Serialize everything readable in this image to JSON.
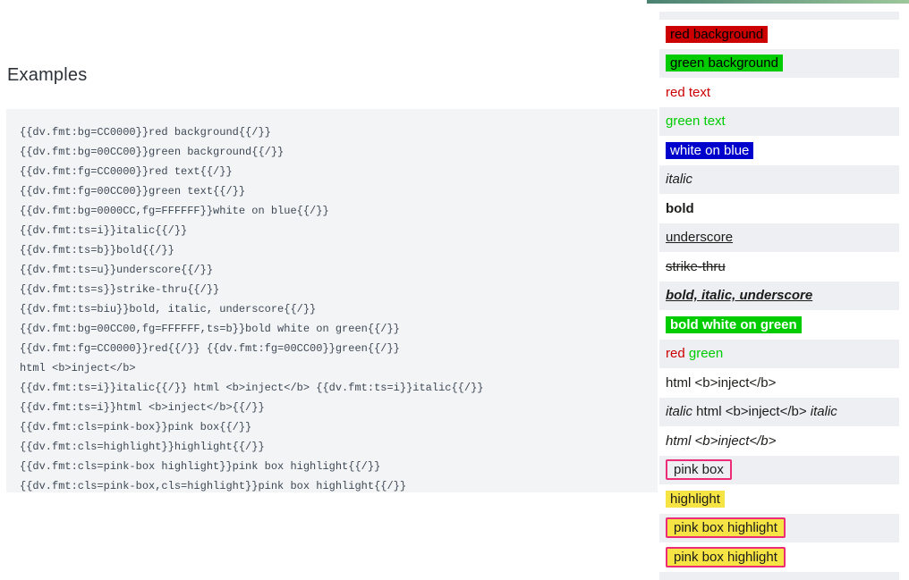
{
  "page": {
    "heading": "Examples",
    "code_lines": [
      "{{dv.fmt:bg=CC0000}}red background{{/}}",
      "{{dv.fmt:bg=00CC00}}green background{{/}}",
      "{{dv.fmt:fg=CC0000}}red text{{/}}",
      "{{dv.fmt:fg=00CC00}}green text{{/}}",
      "{{dv.fmt:bg=0000CC,fg=FFFFFF}}white on blue{{/}}",
      "{{dv.fmt:ts=i}}italic{{/}}",
      "{{dv.fmt:ts=b}}bold{{/}}",
      "{{dv.fmt:ts=u}}underscore{{/}}",
      "{{dv.fmt:ts=s}}strike-thru{{/}}",
      "{{dv.fmt:ts=biu}}bold, italic, underscore{{/}}",
      "{{dv.fmt:bg=00CC00,fg=FFFFFF,ts=b}}bold white on green{{/}}",
      "{{dv.fmt:fg=CC0000}}red{{/}} {{dv.fmt:fg=00CC00}}green{{/}}",
      "html <b>inject</b>",
      "{{dv.fmt:ts=i}}italic{{/}} html <b>inject</b> {{dv.fmt:ts=i}}italic{{/}}",
      "{{dv.fmt:ts=i}}html <b>inject</b>{{/}}",
      "{{dv.fmt:cls=pink-box}}pink box{{/}}",
      "{{dv.fmt:cls=highlight}}highlight{{/}}",
      "{{dv.fmt:cls=pink-box highlight}}pink box highlight{{/}}",
      "{{dv.fmt:cls=pink-box,cls=highlight}}pink box highlight{{/}}"
    ]
  },
  "results": {
    "accent_bar": {
      "color_left": "#4a8171",
      "color_right": "#9cc79a"
    },
    "stripe_color": "#edeff3",
    "plain_color": "#ffffff",
    "class_colors": {
      "pink_box_border": "#ec2c77",
      "highlight_bg": "#f6e445"
    },
    "rows": [
      {
        "kind": "empty"
      },
      {
        "kind": "chip",
        "text": "red background",
        "bg": "#CC0000",
        "fg": "#000000"
      },
      {
        "kind": "chip",
        "text": "green background",
        "bg": "#00CC00",
        "fg": "#000000"
      },
      {
        "kind": "text",
        "text": "red text",
        "fg": "#CC0000"
      },
      {
        "kind": "text",
        "text": "green text",
        "fg": "#00CC00"
      },
      {
        "kind": "chip",
        "text": "white on blue",
        "bg": "#0000CC",
        "fg": "#FFFFFF"
      },
      {
        "kind": "text",
        "text": "italic",
        "style": "italic"
      },
      {
        "kind": "text",
        "text": "bold",
        "style": "bold"
      },
      {
        "kind": "text",
        "text": "underscore",
        "style": "underline"
      },
      {
        "kind": "text",
        "text": "strike-thru",
        "style": "strike"
      },
      {
        "kind": "text",
        "text": "bold, italic, underscore",
        "style": "bold italic underline"
      },
      {
        "kind": "chip",
        "text": "bold white on green",
        "bg": "#00CC00",
        "fg": "#FFFFFF",
        "style": "bold"
      },
      {
        "kind": "multi",
        "parts": [
          {
            "text": "red",
            "fg": "#CC0000"
          },
          {
            "text": " "
          },
          {
            "text": "green",
            "fg": "#00CC00"
          }
        ]
      },
      {
        "kind": "text",
        "text": "html <b>inject</b>"
      },
      {
        "kind": "multi",
        "parts": [
          {
            "text": "italic",
            "style": "italic"
          },
          {
            "text": " html <b>inject</b> "
          },
          {
            "text": "italic",
            "style": "italic"
          }
        ]
      },
      {
        "kind": "text",
        "text": "html <b>inject</b>",
        "style": "italic"
      },
      {
        "kind": "chip",
        "text": "pink box",
        "cls": "pink-box"
      },
      {
        "kind": "chip",
        "text": "highlight",
        "cls": "highlight"
      },
      {
        "kind": "chip",
        "text": "pink box highlight",
        "cls": "pink-box highlight"
      },
      {
        "kind": "chip",
        "text": "pink box highlight",
        "cls": "pink-box highlight"
      },
      {
        "kind": "empty"
      }
    ]
  }
}
